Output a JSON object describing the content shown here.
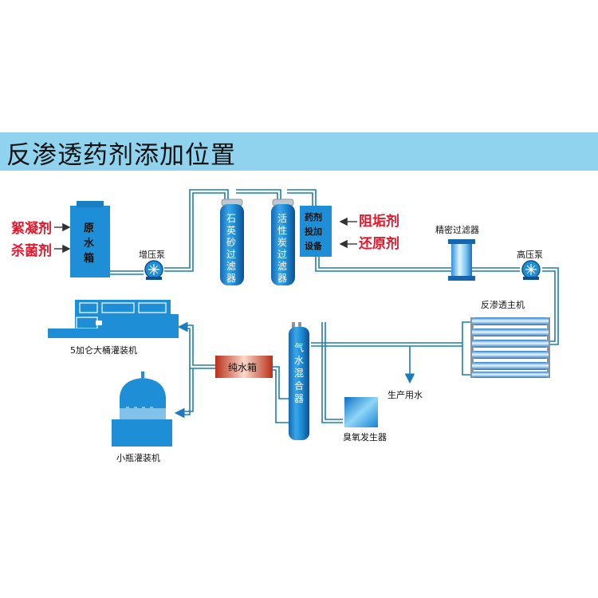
{
  "title": "反渗透药剂添加位置",
  "colors": {
    "banner": "#8fd3ef",
    "equipment": "#1e8fd6",
    "pipe": "#1c7bbf",
    "chemical_text": "#e8162b",
    "pure_water_box": "#d2401c"
  },
  "chemicals": {
    "flocculant": "絮凝剂",
    "bactericide": "杀菌剂",
    "scale_inhibitor": "阻垢剂",
    "reducing_agent": "还原剂"
  },
  "equipment": {
    "raw_water_tank": [
      "原",
      "水",
      "箱"
    ],
    "booster_pump": "增压泵",
    "quartz_sand_filter": [
      "石",
      "英",
      "砂",
      "过",
      "滤",
      "器"
    ],
    "activated_carbon_filter": [
      "活",
      "性",
      "炭",
      "过",
      "滤",
      "器"
    ],
    "dosing_device": [
      "药剂",
      "投加",
      "设备"
    ],
    "precision_filter": "精密过滤器",
    "high_pressure_pump": "高压泵",
    "ro_main_unit": "反渗透主机",
    "production_water": "生产用水",
    "ozone_generator": "臭氧发生器",
    "gas_water_mixer": [
      "气",
      "水",
      "混",
      "合",
      "器"
    ],
    "pure_water_tank": "纯水箱",
    "barrel_filler": "5加仑大桶灌装机",
    "bottle_filler": "小瓶灌装机"
  }
}
